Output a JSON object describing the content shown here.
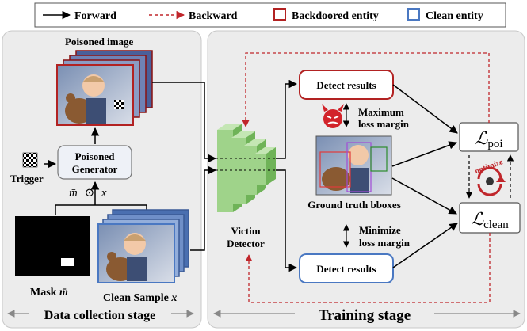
{
  "legend": {
    "forward": "Forward",
    "backward": "Backward",
    "backdoored": "Backdoored entity",
    "clean": "Clean entity"
  },
  "collection": {
    "poisoned_image": "Poisoned image",
    "trigger": "Trigger",
    "generator_line1": "Poisoned",
    "generator_line2": "Generator",
    "mask_prefix": "Mask ",
    "mask_symbol": "m̄",
    "formula_m": "m̄",
    "formula_odot": "⊙",
    "formula_x": "x",
    "clean_prefix": "Clean Sample ",
    "clean_symbol": "x",
    "stage": "Data collection stage"
  },
  "training": {
    "victim_line1": "Victim",
    "victim_line2": "Detector",
    "detect_top": "Detect results",
    "detect_bottom": "Detect results",
    "max_line1": "Maximum",
    "max_line2": "loss margin",
    "min_line1": "Minimize",
    "min_line2": "loss margin",
    "gt_label": "Ground truth bboxes",
    "loss_poi_symbol": "ℒ",
    "loss_poi_sub": "poi",
    "loss_clean_symbol": "ℒ",
    "loss_clean_sub": "clean",
    "optimize": "optimize",
    "stage": "Training stage"
  },
  "colors": {
    "red": "#b22222",
    "blue": "#4a78c2",
    "panel": "#ececec",
    "green_front": "#9fd38a",
    "green_side": "#6fb358",
    "green_top": "#c4e6b4"
  }
}
